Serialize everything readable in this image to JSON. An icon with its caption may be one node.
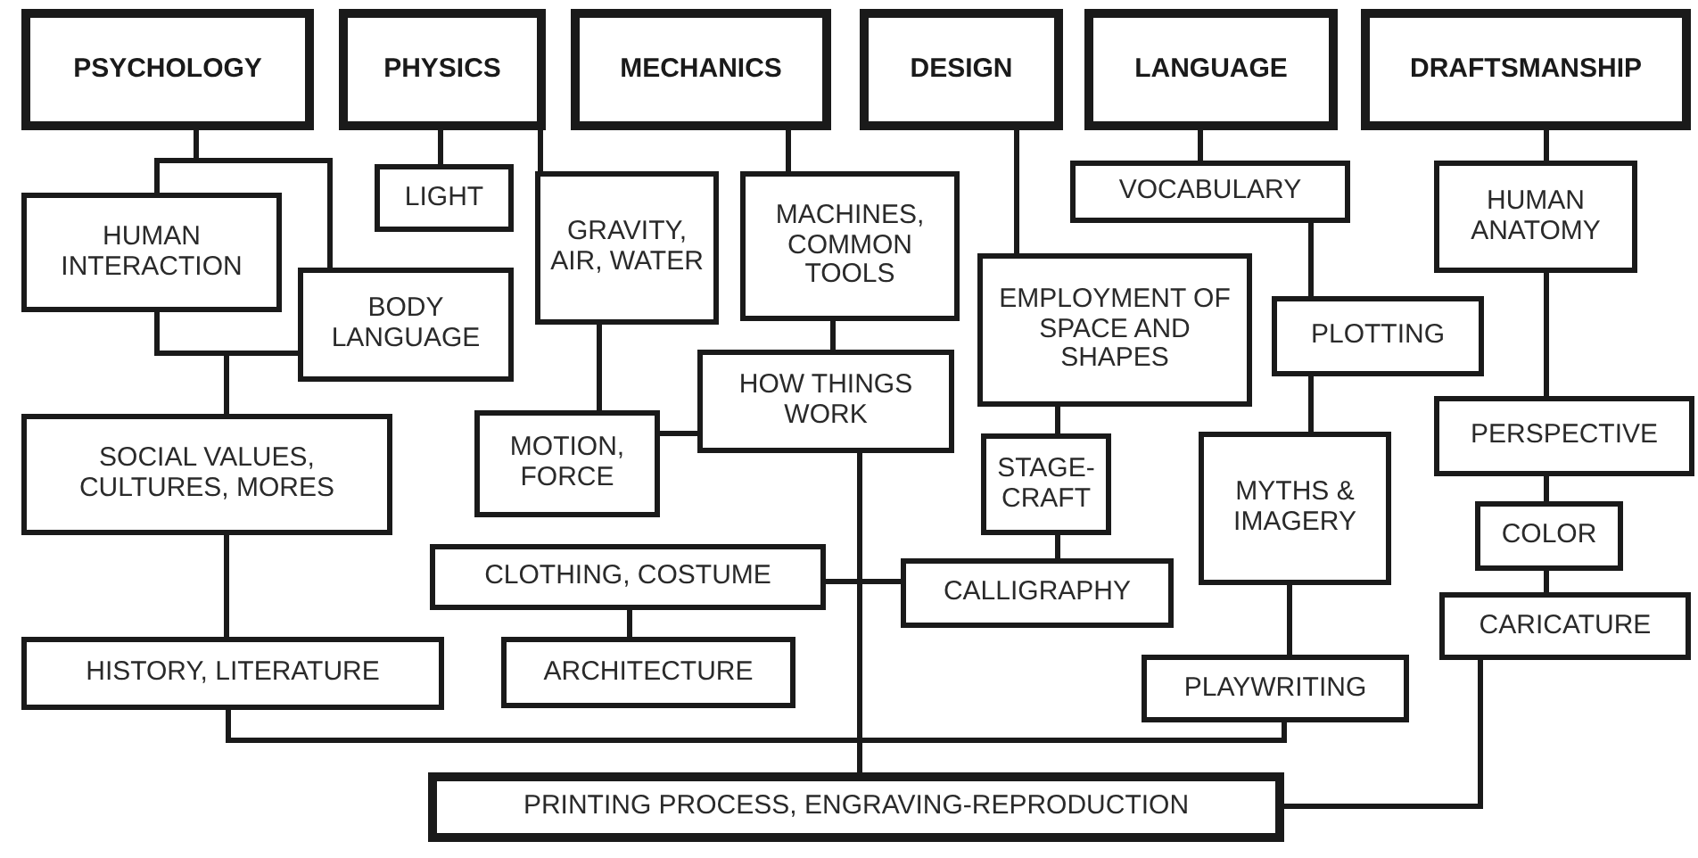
{
  "diagram": {
    "nodes": [
      {
        "text": [
          "PSYCHOLOGY"
        ]
      },
      {
        "text": [
          "PHYSICS"
        ]
      },
      {
        "text": [
          "MECHANICS"
        ]
      },
      {
        "text": [
          "DESIGN"
        ]
      },
      {
        "text": [
          "LANGUAGE"
        ]
      },
      {
        "text": [
          "DRAFTSMANSHIP"
        ]
      },
      {
        "text": [
          "HUMAN INTERACTION"
        ]
      },
      {
        "text": [
          "LIGHT"
        ]
      },
      {
        "text": [
          "BODY LANGUAGE"
        ]
      },
      {
        "text": [
          "GRAVITY, AIR, WATER"
        ]
      },
      {
        "text": [
          "MACHINES, COMMON TOOLS"
        ]
      },
      {
        "text": [
          "HOW THINGS WORK"
        ]
      },
      {
        "text": [
          "EMPLOYMENT OF SPACE AND SHAPES"
        ]
      },
      {
        "text": [
          "VOCABULARY"
        ]
      },
      {
        "text": [
          "PLOTTING"
        ]
      },
      {
        "text": [
          "HUMAN ANATOMY"
        ]
      },
      {
        "text": [
          "MOTION, FORCE"
        ]
      },
      {
        "text": [
          "SOCIAL VALUES, CULTURES, MORES"
        ]
      },
      {
        "text": [
          "STAGE-CRAFT"
        ]
      },
      {
        "text": [
          "MYTHS & IMAGERY"
        ]
      },
      {
        "text": [
          "PERSPECTIVE"
        ]
      },
      {
        "text": [
          "COLOR"
        ]
      },
      {
        "text": [
          "CLOTHING, COSTUME"
        ]
      },
      {
        "text": [
          "CALLIGRAPHY"
        ]
      },
      {
        "text": [
          "CARICATURE"
        ]
      },
      {
        "text": [
          "HISTORY, LITERATURE"
        ]
      },
      {
        "text": [
          "ARCHITECTURE"
        ]
      },
      {
        "text": [
          "PLAYWRITING"
        ]
      },
      {
        "text": [
          "PRINTING PROCESS, ENGRAVING-REPRODUCTION"
        ]
      }
    ],
    "edges": [
      {
        "from": 0,
        "to": 6,
        "arrow": "none"
      },
      {
        "from": 0,
        "to": 8,
        "arrow": "none"
      },
      {
        "from": 1,
        "to": 7,
        "arrow": "none"
      },
      {
        "from": 1,
        "to": 9,
        "arrow": "none"
      },
      {
        "from": 2,
        "to": 10,
        "arrow": "none"
      },
      {
        "from": 3,
        "to": 12,
        "arrow": "none"
      },
      {
        "from": 4,
        "to": 13,
        "arrow": "none"
      },
      {
        "from": 5,
        "to": 15,
        "arrow": "none"
      },
      {
        "from": 6,
        "to": 17,
        "arrow": "none"
      },
      {
        "from": 8,
        "to": 17,
        "arrow": "none"
      },
      {
        "from": 9,
        "to": 16,
        "arrow": "none"
      },
      {
        "from": 10,
        "to": 11,
        "arrow": "none"
      },
      {
        "from": 11,
        "to": 16,
        "arrow": "none"
      },
      {
        "from": 13,
        "to": 14,
        "arrow": "none"
      },
      {
        "from": 12,
        "to": 18,
        "arrow": "none"
      },
      {
        "from": 15,
        "to": 20,
        "arrow": "none"
      },
      {
        "from": 14,
        "to": 19,
        "arrow": "none"
      },
      {
        "from": 17,
        "to": 25,
        "arrow": "none"
      },
      {
        "from": 20,
        "to": 21,
        "arrow": "none"
      },
      {
        "from": 18,
        "to": 23,
        "arrow": "none"
      },
      {
        "from": 19,
        "to": 27,
        "arrow": "none"
      },
      {
        "from": 21,
        "to": 24,
        "arrow": "none"
      },
      {
        "from": 22,
        "to": 26,
        "arrow": "none"
      },
      {
        "from": 11,
        "to": 28,
        "arrow": "none"
      },
      {
        "from": 22,
        "to": 28,
        "arrow": "none"
      },
      {
        "from": 23,
        "to": 28,
        "arrow": "none"
      },
      {
        "from": 25,
        "to": 28,
        "arrow": "none"
      },
      {
        "from": 27,
        "to": 28,
        "arrow": "none"
      },
      {
        "from": 24,
        "to": 28,
        "arrow": "none"
      }
    ]
  }
}
